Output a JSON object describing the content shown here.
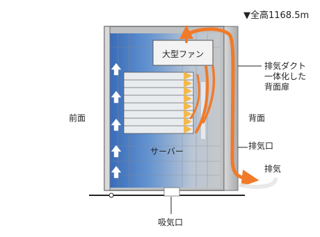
{
  "labels": {
    "height": "▼全高1168.5m",
    "large_fan": "大型ファン",
    "exhaust_duct_door": "排気ダクト\n一体化した\n背面扉",
    "front": "前面",
    "back": "背面",
    "server": "サーバー",
    "exhaust_port": "排気口",
    "exhaust": "排気",
    "intake_port": "吸気口"
  },
  "colors": {
    "airflow_hot": "#f07a2a",
    "airflow_cool": "#f5b84a",
    "front_cool_gradient": "#3c72c0",
    "rack_frame": "#6f6f6f",
    "rack_body": "#b7b9bb"
  },
  "counts": {
    "server_units": 8,
    "intake_arrows": 5
  }
}
